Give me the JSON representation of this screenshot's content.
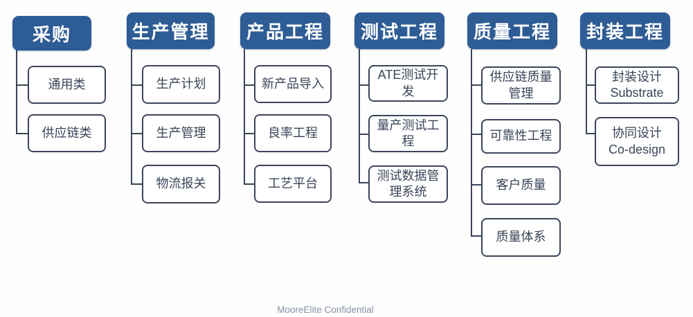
{
  "diagram": {
    "columns": [
      {
        "title": "采购",
        "children": [
          {
            "label": "通用类"
          },
          {
            "label": "供应链类"
          }
        ]
      },
      {
        "title": "生产管理",
        "children": [
          {
            "label": "生产计划"
          },
          {
            "label": "生产管理"
          },
          {
            "label": "物流报关"
          }
        ]
      },
      {
        "title": "产品工程",
        "children": [
          {
            "label": "新产品导入"
          },
          {
            "label": "良率工程"
          },
          {
            "label": "工艺平台"
          }
        ]
      },
      {
        "title": "测试工程",
        "children": [
          {
            "label": "ATE测试开\n发"
          },
          {
            "label": "量产测试工\n程"
          },
          {
            "label": "测试数据管\n理系统"
          }
        ]
      },
      {
        "title": "质量工程",
        "children": [
          {
            "label": "供应链质量\n管理"
          },
          {
            "label": "可靠性工程"
          },
          {
            "label": "客户质量"
          },
          {
            "label": "质量体系"
          }
        ]
      },
      {
        "title": "封装工程",
        "children": [
          {
            "label": "封装设计\nSubstrate"
          },
          {
            "label": "协同设计\nCo-design"
          }
        ]
      }
    ]
  },
  "footer": {
    "text": "MooreElite Confidential"
  },
  "colors": {
    "header_bg": "#2e5c95",
    "header_text": "#ffffff",
    "box_border": "#3a4458",
    "box_text": "#3a4458",
    "connector": "#3a4458",
    "footer_text": "#8792a2",
    "background": "#fefefe"
  }
}
